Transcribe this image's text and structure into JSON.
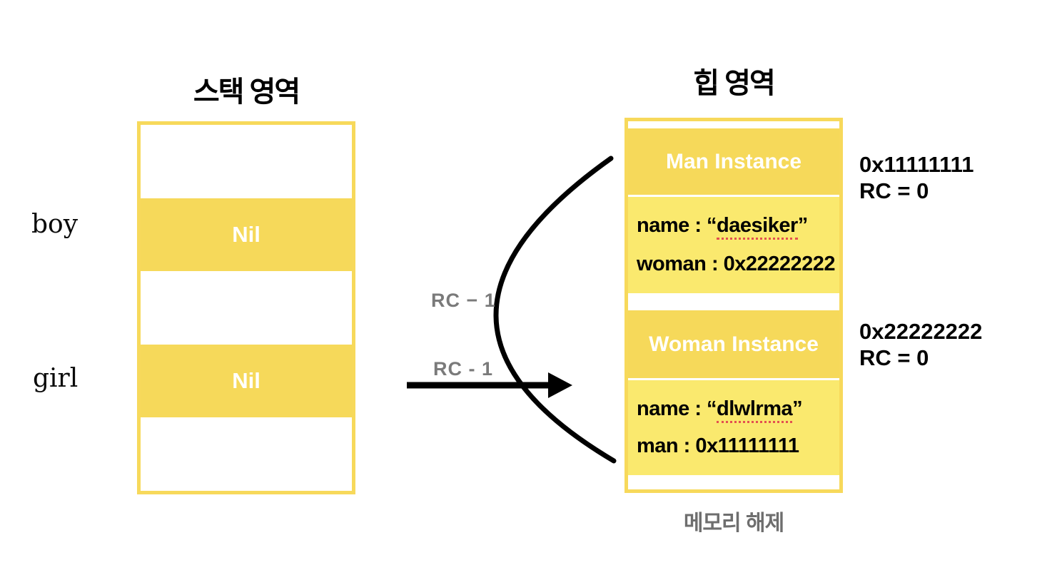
{
  "titles": {
    "stack": "스택 영역",
    "heap": "힙 영역"
  },
  "stack": {
    "var_labels": {
      "boy": "boy",
      "girl": "girl"
    },
    "slots": [
      "",
      "Nil",
      "",
      "Nil",
      ""
    ]
  },
  "heap": {
    "man": {
      "header": "Man Instance",
      "name_prefix": "name : “",
      "name_value": "daesiker",
      "name_suffix": "”",
      "rel_field": "woman : 0x22222222",
      "address": "0x11111111",
      "rc": "RC = 0"
    },
    "woman": {
      "header": "Woman Instance",
      "name_prefix": "name : “",
      "name_value": "dlwlrma",
      "name_suffix": "”",
      "rel_field": "man : 0x11111111",
      "address": "0x22222222",
      "rc": "RC = 0"
    },
    "footer": "메모리 해제"
  },
  "annotations": {
    "rc_minus_top": "RC − 1",
    "rc_minus_bottom": "RC - 1"
  },
  "colors": {
    "yellow_strong": "#F6D95A",
    "yellow_light": "#FAE96E",
    "border_yellow": "#F7D95B",
    "gray_annotation": "#7a7a7a",
    "gray_footer": "#6e6e6e",
    "spell_underline_red": "#E35050",
    "arrow_black": "#000000",
    "instance_text_white": "#ffffff"
  }
}
